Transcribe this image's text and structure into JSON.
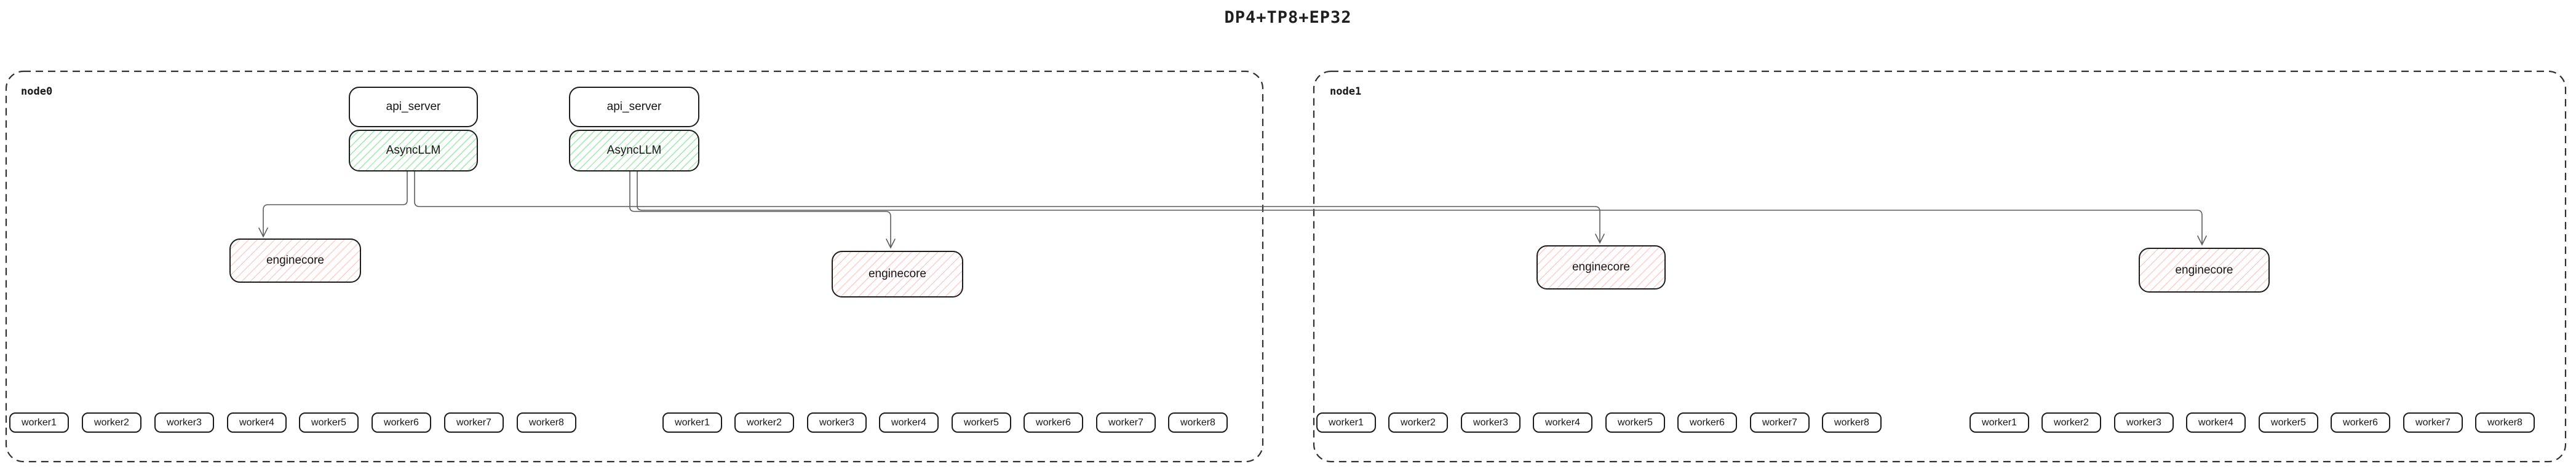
{
  "title": "DP4+TP8+EP32",
  "nodes": [
    {
      "label": "node0"
    },
    {
      "label": "node1"
    }
  ],
  "labels": {
    "api_server": "api_server",
    "asyncllm": "AsyncLLM",
    "enginecore": "enginecore"
  },
  "workers": [
    "worker1",
    "worker2",
    "worker3",
    "worker4",
    "worker5",
    "worker6",
    "worker7",
    "worker8"
  ],
  "colors": {
    "background": "#ffffff",
    "box_border": "#1c1c1c",
    "node_border_dashed": "#2f2f2f",
    "green_hatch": "#69db7c",
    "red_hatch": "#ff8787",
    "connector": "#5c5c5c",
    "text": "#1f1f1f"
  }
}
